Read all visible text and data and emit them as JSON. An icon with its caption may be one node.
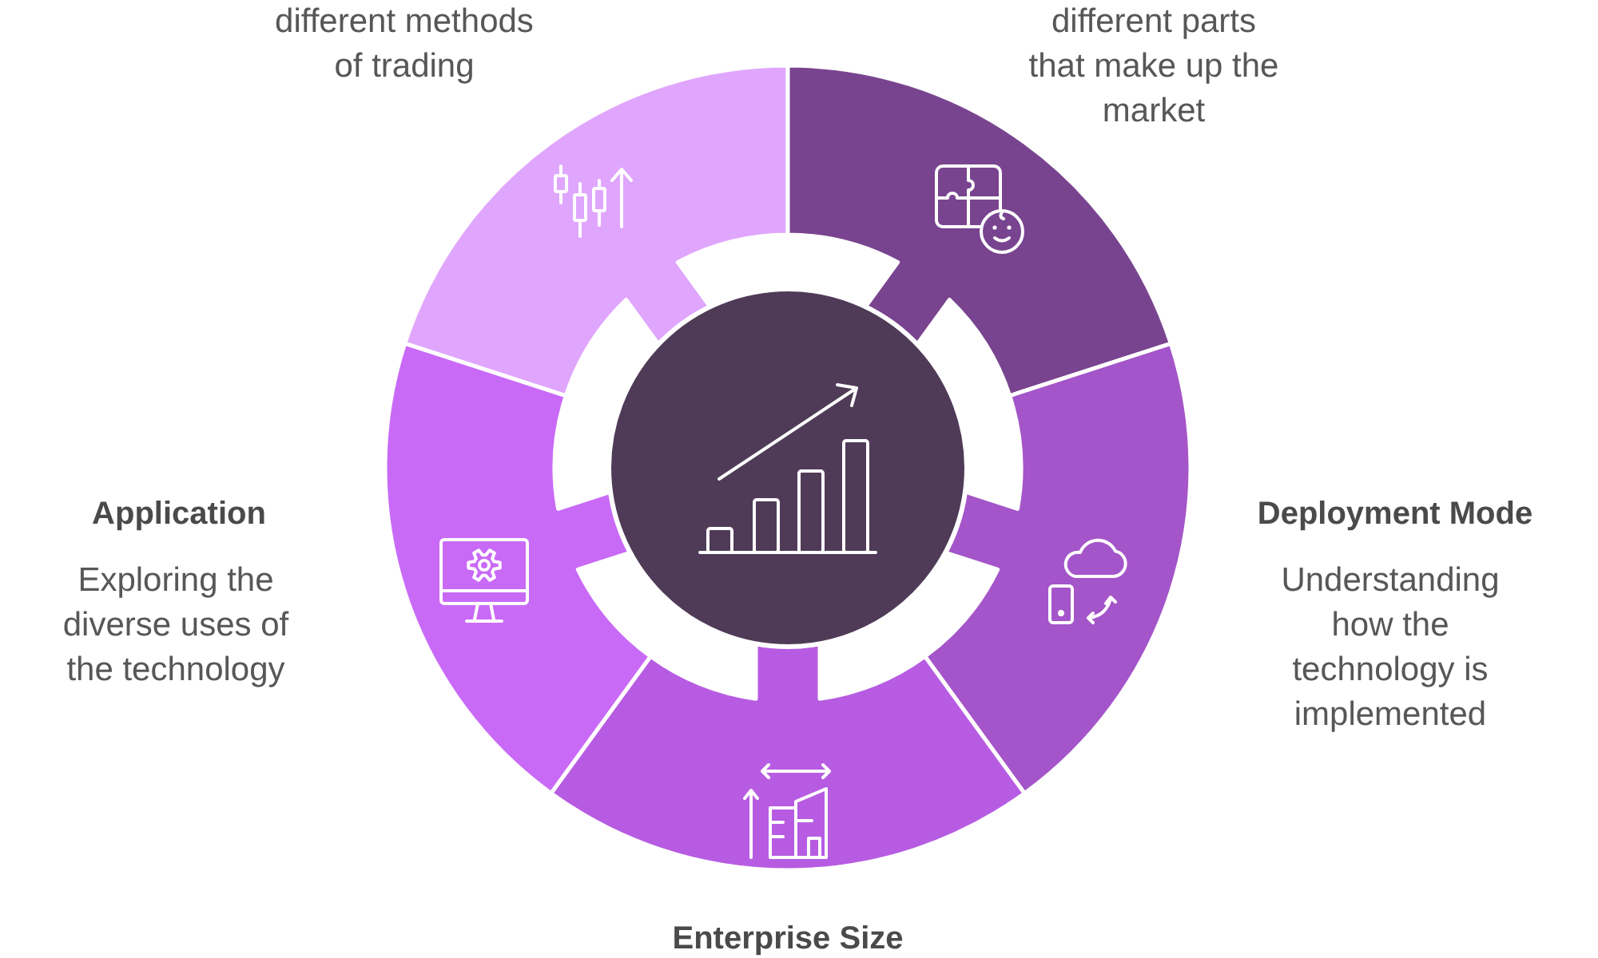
{
  "diagram": {
    "nodes": [
      {
        "text": [],
        "shape": "segment",
        "beside": [
          "different methods of trading"
        ]
      },
      {
        "text": [],
        "shape": "segment",
        "beside": [
          "different parts that make up the market"
        ]
      },
      {
        "text": [],
        "shape": "circle"
      },
      {
        "text": [],
        "shape": "segment",
        "beside": [
          "Application",
          "Exploring the diverse uses of the technology"
        ]
      },
      {
        "text": [],
        "shape": "segment",
        "beside": [
          "Deployment Mode",
          "Understanding how the technology is implemented"
        ]
      },
      {
        "text": [],
        "shape": "segment",
        "beside": [
          "Enterprise Size"
        ]
      }
    ]
  }
}
